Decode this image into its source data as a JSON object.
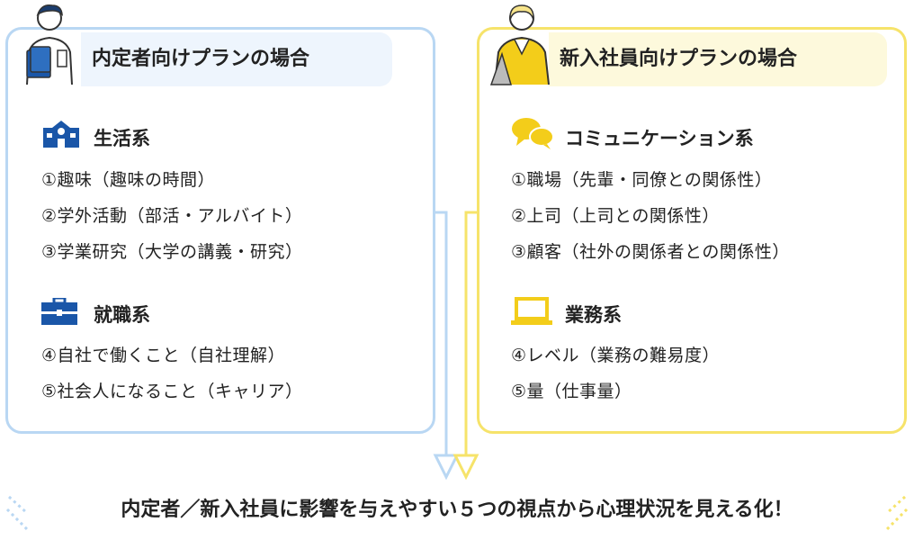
{
  "left": {
    "title": "内定者向けプランの場合",
    "sections": [
      {
        "title": "生活系",
        "icon": "school-building-icon",
        "items": [
          "①趣味（趣味の時間）",
          "②学外活動（部活・アルバイト）",
          "③学業研究（大学の講義・研究）"
        ]
      },
      {
        "title": "就職系",
        "icon": "briefcase-icon",
        "items": [
          "④自社で働くこと（自社理解）",
          "⑤社会人になること（キャリア）"
        ]
      }
    ]
  },
  "right": {
    "title": "新入社員向けプランの場合",
    "sections": [
      {
        "title": "コミュニケーション系",
        "icon": "chat-bubbles-icon",
        "items": [
          "①職場（先輩・同僚との関係性）",
          "②上司（上司との関係性）",
          "③顧客（社外の関係者との関係性）"
        ]
      },
      {
        "title": "業務系",
        "icon": "laptop-icon",
        "items": [
          "④レベル（業務の難易度）",
          "⑤量（仕事量）"
        ]
      }
    ]
  },
  "footer": "内定者／新入社員に影響を与えやすい５つの視点から心理状況を見える化！",
  "colors": {
    "blue_border": "#b9d7f3",
    "blue_icon": "#1a56a8",
    "yellow_border": "#f6e36a",
    "yellow_icon": "#f3cd1a"
  }
}
